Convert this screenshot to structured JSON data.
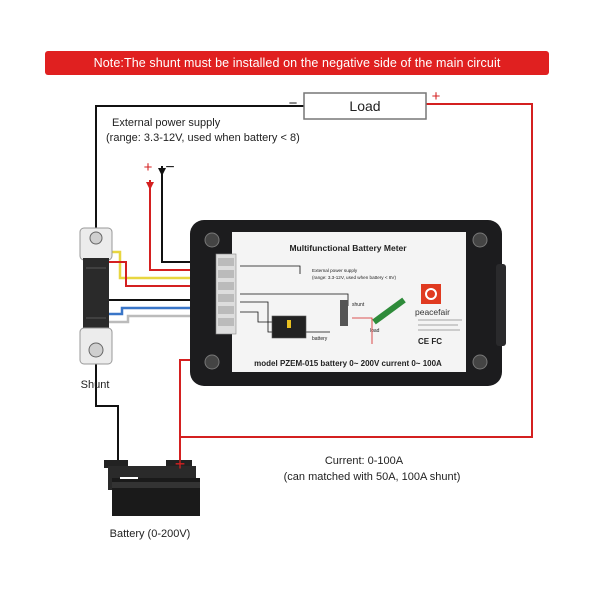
{
  "note": "Note:The shunt must be installed on the negative side of the main circuit",
  "load_label": "Load",
  "load_minus": "−",
  "load_plus": "+",
  "ext_supply_line1": "External power supply",
  "ext_supply_line2": "(range: 3.3-12V, used when battery < 8)",
  "ext_plus": "+",
  "ext_minus": "−",
  "shunt_label": "Shunt",
  "battery_label": "Battery (0-200V)",
  "battery_plus": "+",
  "current_line1": "Current: 0-100A",
  "current_line2": "(can matched with 50A, 100A shunt)",
  "meter": {
    "title": "Multifunctional Battery Meter",
    "model_line": "model PZEM-015 battery 0~ 200V current 0~ 100A",
    "brand": "peacefair",
    "cert": "CE FC",
    "ext_line1": "External power supply",
    "ext_line2": "(range: 3.3-12V, used when battery < 8V)",
    "shunt": "shunt",
    "battery": "battery",
    "load": "load"
  },
  "colors": {
    "banner": "#e02020",
    "wire_red": "#d42020",
    "wire_black": "#111111",
    "wire_yellow": "#e8d640",
    "wire_blue": "#3a76c8",
    "wire_white": "#bbbbbb",
    "meter_body": "#1c1c1e"
  }
}
